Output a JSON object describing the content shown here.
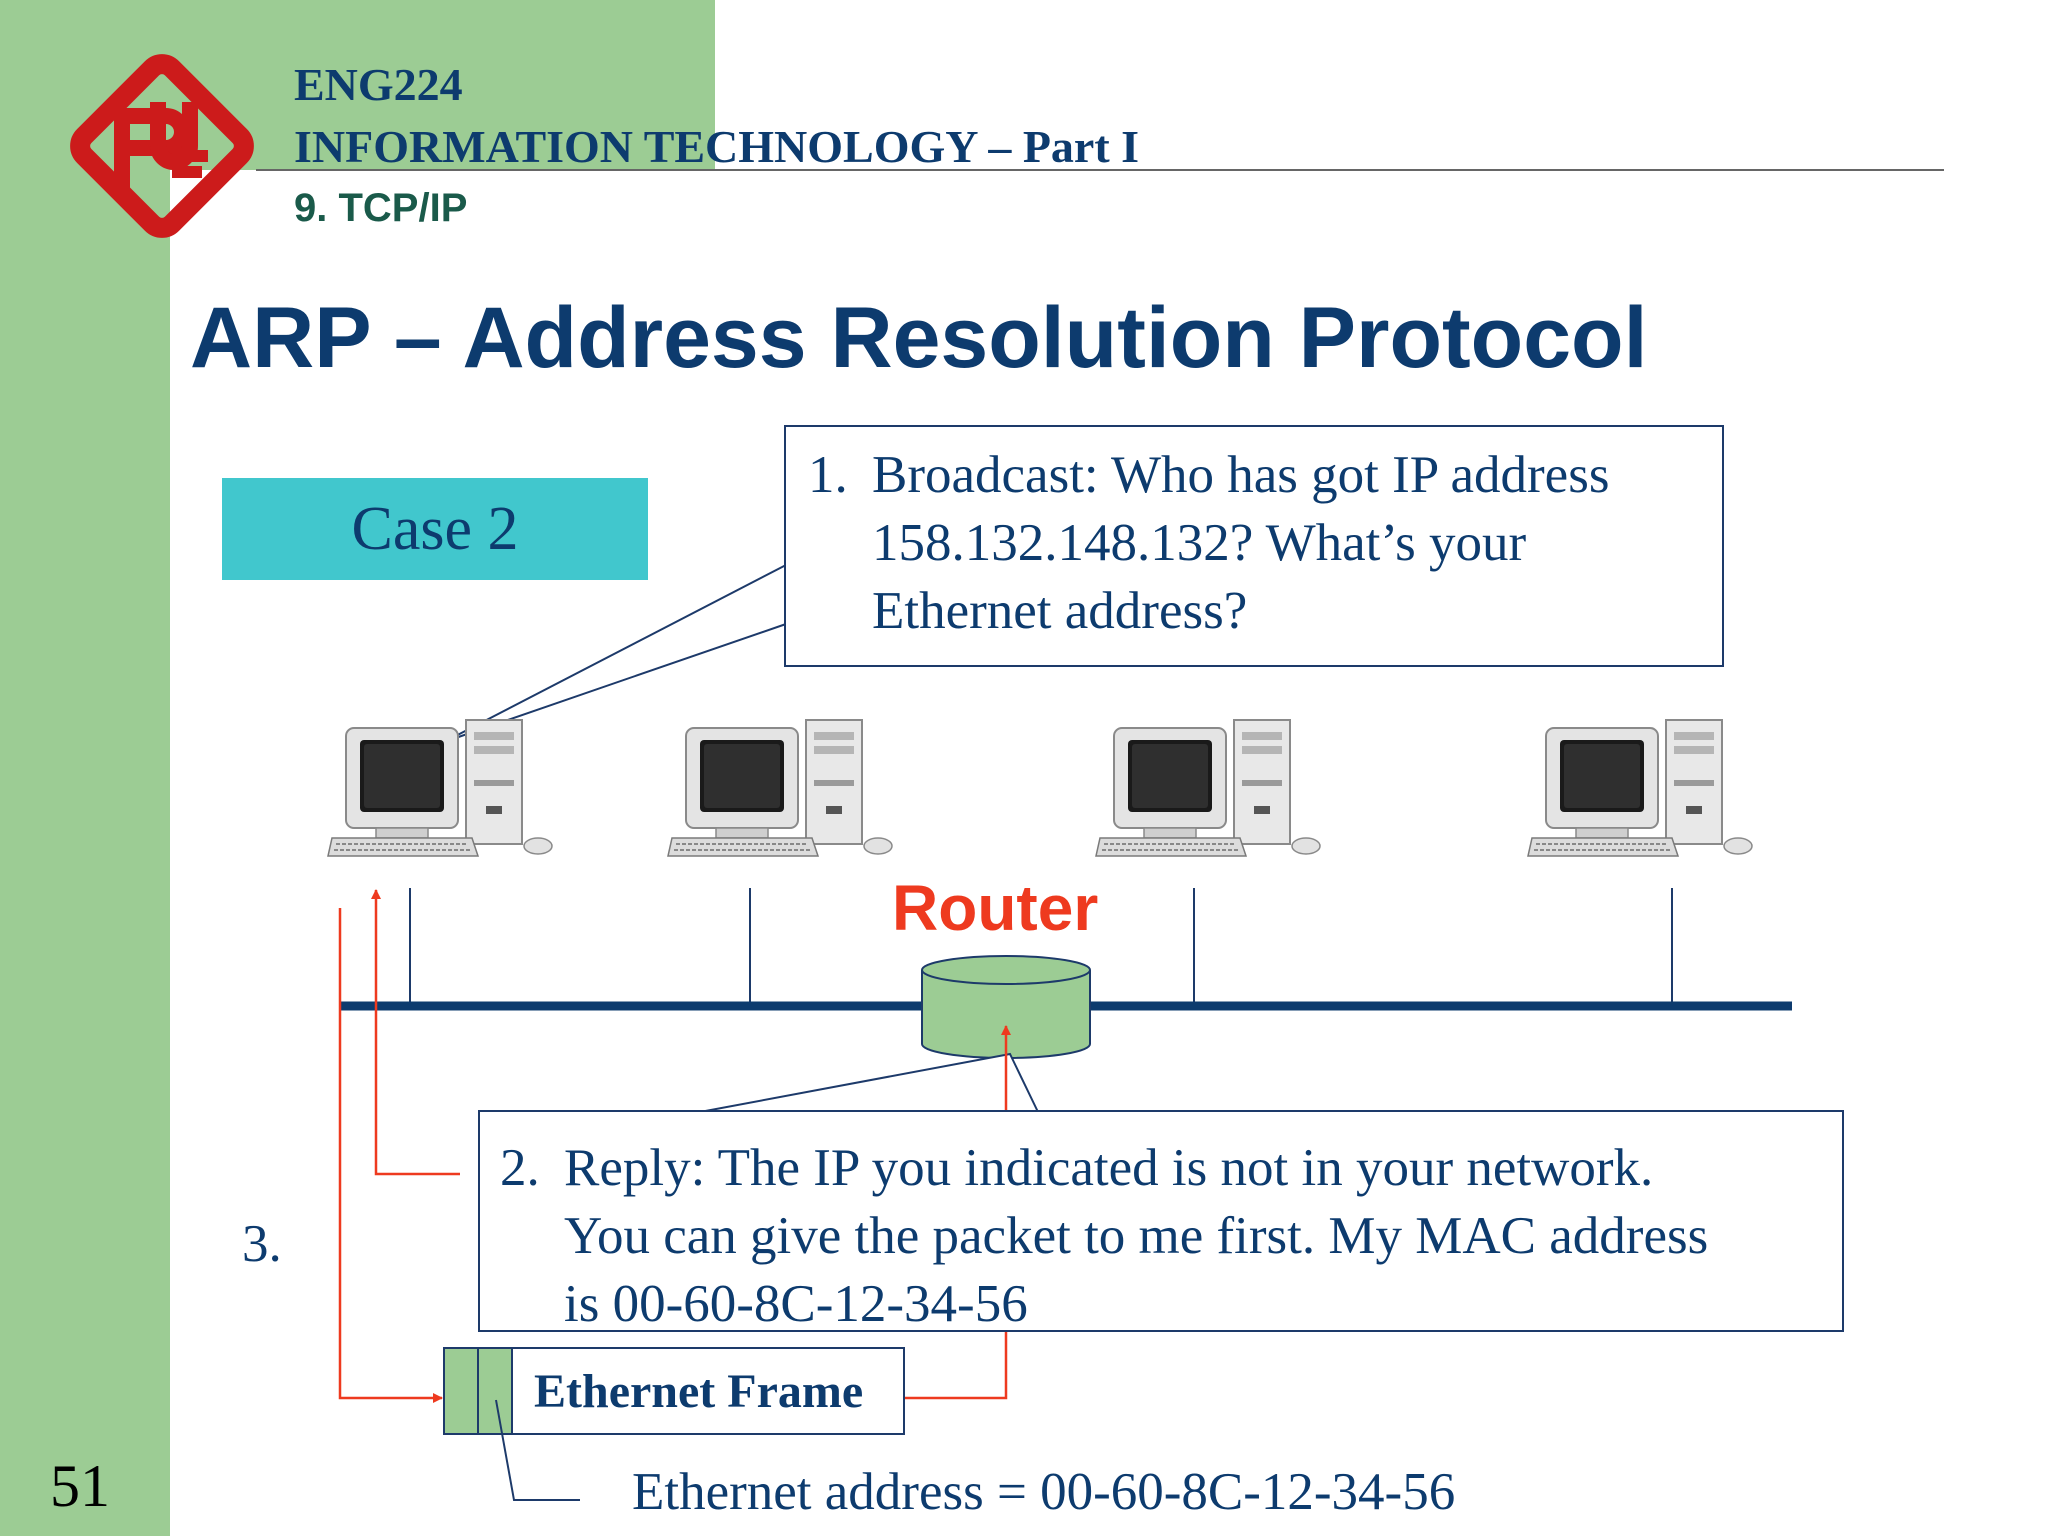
{
  "header": {
    "course_code": "ENG224",
    "course_title": "INFORMATION TECHNOLOGY – Part I",
    "chapter": "9. TCP/IP"
  },
  "slide": {
    "title": "ARP – Address Resolution Protocol",
    "page_number": "51"
  },
  "case_label": "Case 2",
  "callout_1": {
    "number": "1.",
    "line1": "Broadcast: Who has got IP address",
    "line2": "158.132.148.132? What’s your",
    "line3": "Ethernet address?"
  },
  "callout_2": {
    "number": "2.",
    "line1": "Reply: The IP you indicated is not in your network.",
    "line2": "You can give the packet to me first. My MAC address",
    "line3": "is 00-60-8C-12-34-56"
  },
  "router_label": "Router",
  "step_3_label": "3.",
  "frame_label": "Ethernet Frame",
  "ethernet_address_label": "Ethernet address = 00-60-8C-12-34-56",
  "colors": {
    "green_band": "#9ccc94",
    "navy": "#0d3b6e",
    "case_box": "#41c7cd",
    "router_fill": "#9ccc94",
    "router_label": "#ee3a1f",
    "logo_red": "#cc1b1b",
    "arrow_red": "#ee3a1f"
  },
  "icons": [
    "university-logo-icon",
    "computer-icon",
    "router-icon"
  ]
}
